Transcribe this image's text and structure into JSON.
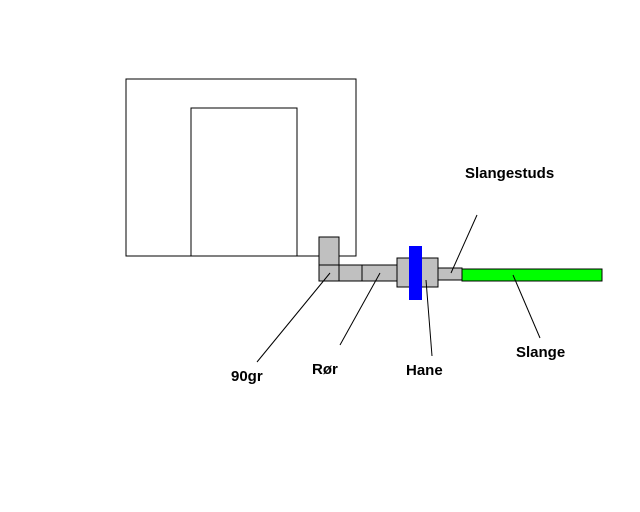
{
  "labels": {
    "elbow": "90gr",
    "pipe": "Rør",
    "valve": "Hane",
    "hose_nozzle": "Slangestuds",
    "hose": "Slange"
  },
  "colors": {
    "background": "#ffffff",
    "outline": "#000000",
    "fitting": "#c0c0c0",
    "valve_handle": "#0000ff",
    "hose": "#00ff00"
  }
}
